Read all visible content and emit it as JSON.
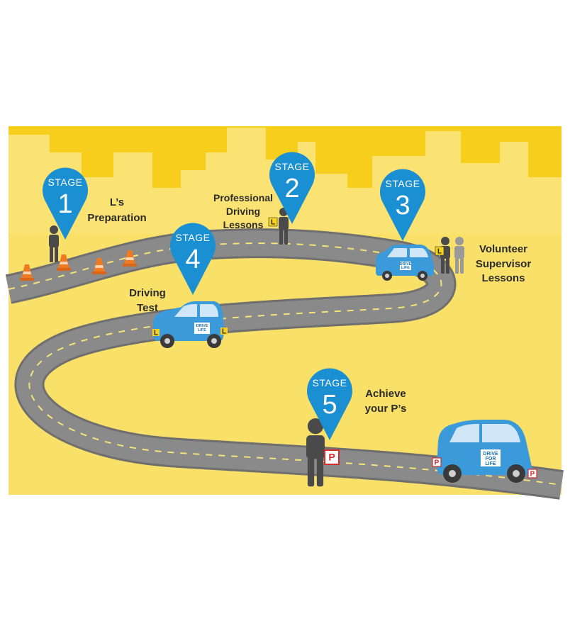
{
  "colors": {
    "sky": "#f6ce1b",
    "buildings": "#fbe373",
    "ground": "#f9e169",
    "road": "#8a8a8a",
    "road_edge": "#6f6f6f",
    "road_dash": "#f6e37a",
    "pin": "#1a8fd1",
    "car": "#3b9ad9",
    "person": "#4a4a4a",
    "person_light": "#9a9a9a",
    "cone": "#f07a22",
    "learner_plate": "#f6d31a",
    "p_plate": "#d52b2b"
  },
  "stages": [
    {
      "word": "STAGE",
      "number": "1",
      "label_lines": [
        "L’s",
        "Preparation"
      ]
    },
    {
      "word": "STAGE",
      "number": "2",
      "label_lines": [
        "Professional",
        "Driving",
        "Lessons"
      ]
    },
    {
      "word": "STAGE",
      "number": "3",
      "label_lines": [
        "Volunteer",
        "Supervisor",
        "Lessons"
      ]
    },
    {
      "word": "STAGE",
      "number": "4",
      "label_lines": [
        "Driving",
        "Test"
      ]
    },
    {
      "word": "STAGE",
      "number": "5",
      "label_lines": [
        "Achieve",
        "your P’s"
      ]
    }
  ],
  "plates": {
    "learner": "L",
    "provisional": "P"
  },
  "car_logo_lines": [
    "DRIVE",
    "FOR",
    "LIFE"
  ],
  "icons": {
    "pin": "map-pin-icon",
    "person": "person-icon",
    "car": "car-icon",
    "cone": "traffic-cone-icon"
  }
}
